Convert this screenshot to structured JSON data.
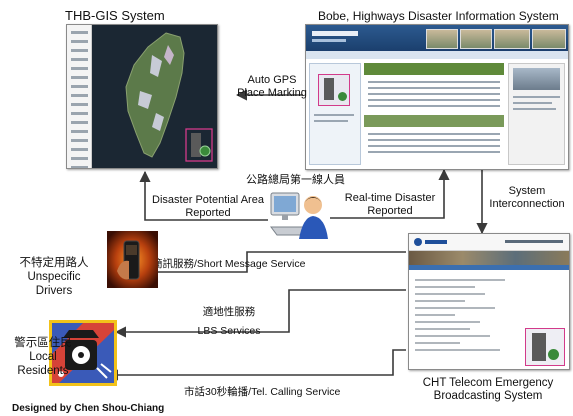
{
  "titles": {
    "gis": "THB-GIS System",
    "highway": "Bobe, Highways Disaster Information System",
    "cht_line1": "CHT Telecom Emergency",
    "cht_line2": "Broadcasting System"
  },
  "labels": {
    "auto_gps_1": "Auto GPS",
    "auto_gps_2": "Place Marking",
    "operator": "公路總局第一線人員",
    "potential_1": "Disaster Potential Area",
    "potential_2": "Reported",
    "realtime_1": "Real-time Disaster",
    "realtime_2": "Reported",
    "system_1": "System",
    "system_2": "Interconnection",
    "sms": "簡訊服務/Short Message Service",
    "lbs_zh": "適地性服務",
    "lbs_en": "LBS Services",
    "tel": "市話30秒輪播/Tel. Calling Service"
  },
  "targets": {
    "drivers_zh": "不特定用路人",
    "drivers_1": "Unspecific",
    "drivers_2": "Drivers",
    "residents_zh": "警示區住民",
    "residents_1": "Local",
    "residents_2": "Residents"
  },
  "credit": "Designed by Chen Shou-Chiang",
  "colors": {
    "arrow": "#3a3a3a",
    "map_sea": "#1b2733",
    "site_blue": "#1b3f6d"
  }
}
